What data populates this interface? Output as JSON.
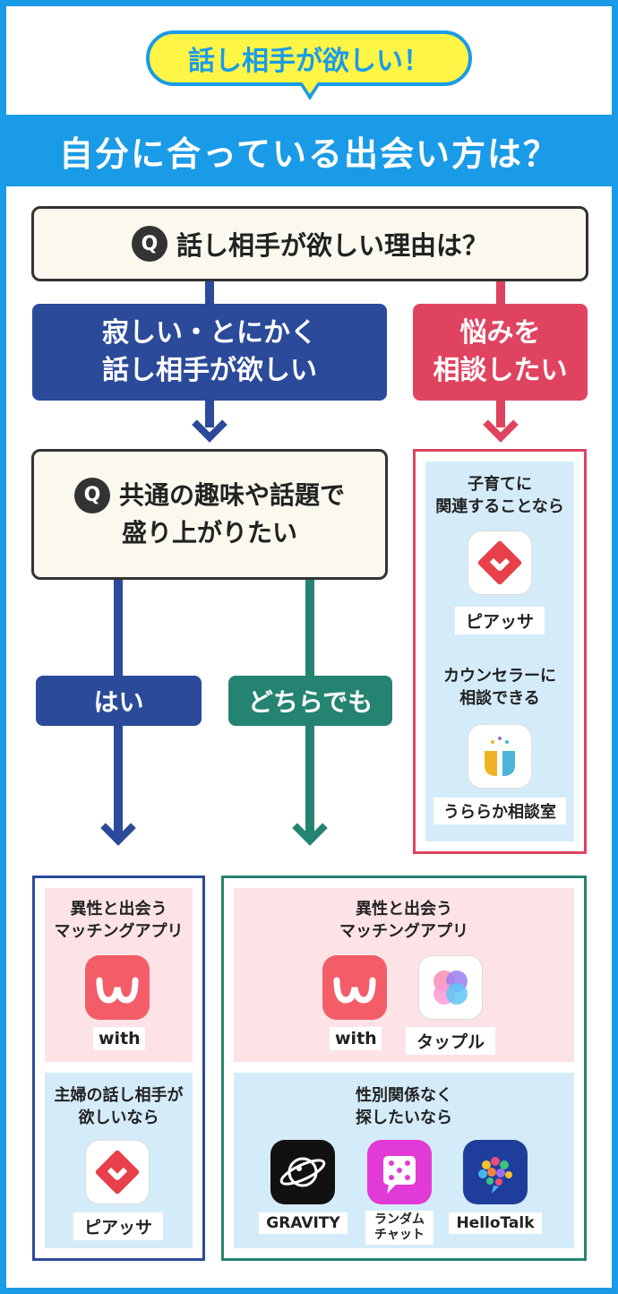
{
  "bubble": "話し相手が欲しい！",
  "banner": "自分に合っている出会い方は？",
  "q1": {
    "mark": "Q",
    "text": "話し相手が欲しい理由は？"
  },
  "branch_lonely": {
    "line1": "寂しい・とにかく",
    "line2": "話し相手が欲しい"
  },
  "branch_worry": {
    "line1": "悩みを",
    "line2": "相談したい"
  },
  "q2": {
    "mark": "Q",
    "line1": "共通の趣味や話題で",
    "line2": "盛り上がりたい"
  },
  "answer_yes": "はい",
  "answer_either": "どちらでも",
  "worry_panel": {
    "sec1": {
      "line1": "子育てに",
      "line2": "関連することなら",
      "app": "ピアッサ"
    },
    "sec2": {
      "line1": "カウンセラーに",
      "line2": "相談できる",
      "app": "うららか相談室"
    }
  },
  "yes_panel": {
    "sec1": {
      "line1": "異性と出会う",
      "line2": "マッチングアプリ",
      "app": "with"
    },
    "sec2": {
      "line1": "主婦の話し相手が",
      "line2": "欲しいなら",
      "app": "ピアッサ"
    }
  },
  "either_panel": {
    "sec1": {
      "line1": "異性と出会う",
      "line2": "マッチングアプリ",
      "apps": [
        "with",
        "タップル"
      ]
    },
    "sec2": {
      "line1": "性別関係なく",
      "line2": "探したいなら",
      "apps": [
        "GRAVITY",
        "ランダム",
        "チャット",
        "HelloTalk"
      ]
    }
  },
  "icons": {
    "with": "with-w-icon",
    "piassa": "piassa-heart-diamond-icon",
    "urarak": "uraraka-u-icon",
    "tapple": "tapple-circles-icon",
    "gravity": "gravity-planet-icon",
    "random": "random-chat-dice-icon",
    "hellotalk": "hellotalk-bubble-icon"
  },
  "colors": {
    "blue": "#1a9be8",
    "yellow": "#fff546",
    "navy": "#2b4a9a",
    "red": "#e0435f",
    "teal": "#258471",
    "cream": "#fbf8ee"
  }
}
